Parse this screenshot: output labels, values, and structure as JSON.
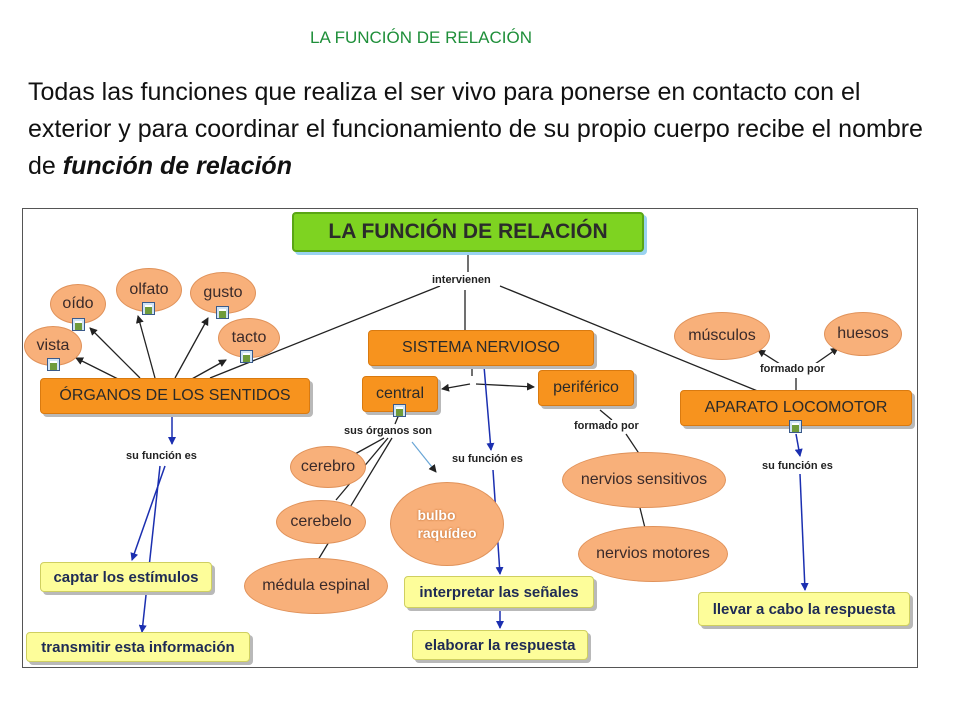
{
  "header": {
    "title": "LA FUNCIÓN DE RELACIÓN",
    "intro_text": "Todas las funciones que realiza el ser vivo para ponerse en contacto con el exterior y para coordinar el funcionamiento de su propio cuerpo recibe el nombre de ",
    "intro_emphasis": "función de relación"
  },
  "concept_map": {
    "root": "LA FUNCIÓN DE RELACIÓN",
    "link_intervienen": "intervienen",
    "organos": {
      "label": "ÓRGANOS DE LOS SENTIDOS",
      "senses": [
        "oído",
        "olfato",
        "gusto",
        "vista",
        "tacto"
      ],
      "link_funcion": "su función  es",
      "functions": [
        "captar los estímulos",
        "transmitir esta información"
      ]
    },
    "sistema": {
      "label": "SISTEMA NERVIOSO",
      "central": "central",
      "periferico": "periférico",
      "link_organos": "sus órganos son",
      "link_formado": "formado por",
      "link_funcion": "su función es",
      "organs": [
        "cerebro",
        "cerebelo",
        "médula espinal",
        "bulbo raquídeo"
      ],
      "nerves": [
        "nervios sensitivos",
        "nervios motores"
      ],
      "functions": [
        "interpretar las señales",
        "elaborar la respuesta"
      ]
    },
    "aparato": {
      "label": "APARATO LOCOMOTOR",
      "link_formado": "formado por",
      "parts": [
        "músculos",
        "huesos"
      ],
      "link_funcion": "su función es",
      "function": "llevar a cabo la respuesta"
    }
  },
  "colors": {
    "title_green": "#1f8f3a",
    "root_fill": "#7ed321",
    "concept_orange": "#f7931e",
    "ellipse_fill": "#f8b07a",
    "function_yellow": "#fdfd9a",
    "arrow_blue": "#1b2fb0"
  }
}
